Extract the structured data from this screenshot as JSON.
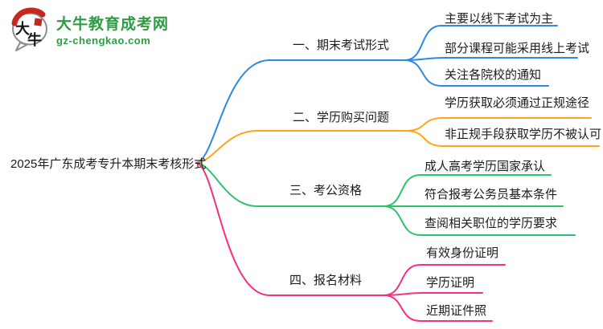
{
  "logo": {
    "icon_char1": "大",
    "icon_char2": "牛",
    "title": "大牛教育成考网",
    "subtitle": "gz-chengkao.com",
    "brand_color": "#2E9C45",
    "seal_color": "#C4281E"
  },
  "central_topic": "2025年广东成考专升本期末考核形式",
  "colors": {
    "blue": "#2C89E5",
    "orange": "#FFA41C",
    "green": "#2BC36B",
    "pink": "#F5317F",
    "text": "#1C1C1C"
  },
  "chart_data": {
    "type": "table",
    "title": "2025年广东成考专升本期末考核形式",
    "categories": [
      "一、期末考试形式",
      "二、学历购买问题",
      "三、考公资格",
      "四、报名材料"
    ],
    "series": [
      {
        "name": "一、期末考试形式",
        "values": [
          "主要以线下考试为主",
          "部分课程可能采用线上考试",
          "关注各院校的通知"
        ]
      },
      {
        "name": "二、学历购买问题",
        "values": [
          "学历获取必须通过正规途径",
          "非正规手段获取学历不被认可"
        ]
      },
      {
        "name": "三、考公资格",
        "values": [
          "成人高考学历国家承认",
          "符合报考公务员基本条件",
          "查阅相关职位的学历要求"
        ]
      },
      {
        "name": "四、报名材料",
        "values": [
          "有效身份证明",
          "学历证明",
          "近期证件照"
        ]
      }
    ]
  },
  "branches": [
    {
      "label": "一、期末考试形式",
      "color": "#2C89E5",
      "children": [
        "主要以线下考试为主",
        "部分课程可能采用线上考试",
        "关注各院校的通知"
      ]
    },
    {
      "label": "二、学历购买问题",
      "color": "#FFA41C",
      "children": [
        "学历获取必须通过正规途径",
        "非正规手段获取学历不被认可"
      ]
    },
    {
      "label": "三、考公资格",
      "color": "#2BC36B",
      "children": [
        "成人高考学历国家承认",
        "符合报考公务员基本条件",
        "查阅相关职位的学历要求"
      ]
    },
    {
      "label": "四、报名材料",
      "color": "#F5317F",
      "children": [
        "有效身份证明",
        "学历证明",
        "近期证件照"
      ]
    }
  ]
}
